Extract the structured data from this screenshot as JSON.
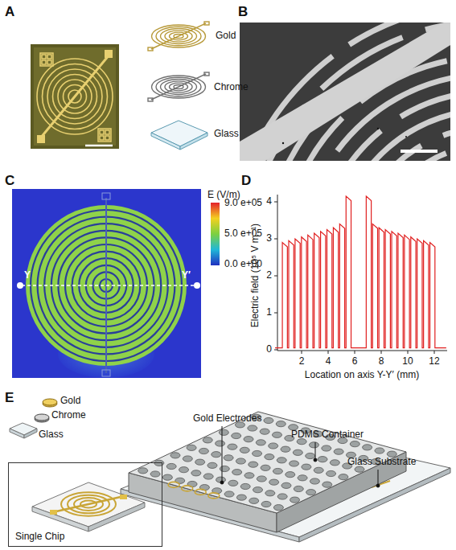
{
  "diagram": {
    "nodes": [
      {
        "text": [
          "Single Chip"
        ]
      }
    ],
    "labels": [
      "A",
      "Gold",
      "Chrome",
      "Glass",
      "B",
      "C",
      "Y",
      "Y′",
      "E (V/m)",
      "9.0 e+05",
      "5.0 e+05",
      "0.0 e+00",
      "D",
      "4",
      "3",
      "2",
      "1",
      "0",
      "2",
      "4",
      "6",
      "8",
      "10",
      "12",
      "Electric field (10⁵ V m⁻¹)",
      "Location on axis Y-Y′ (mm)",
      "E",
      "Gold",
      "Chrome",
      "Glass",
      "Gold Electrodes",
      "PDMS Container",
      "Glass Substrate"
    ]
  }
}
